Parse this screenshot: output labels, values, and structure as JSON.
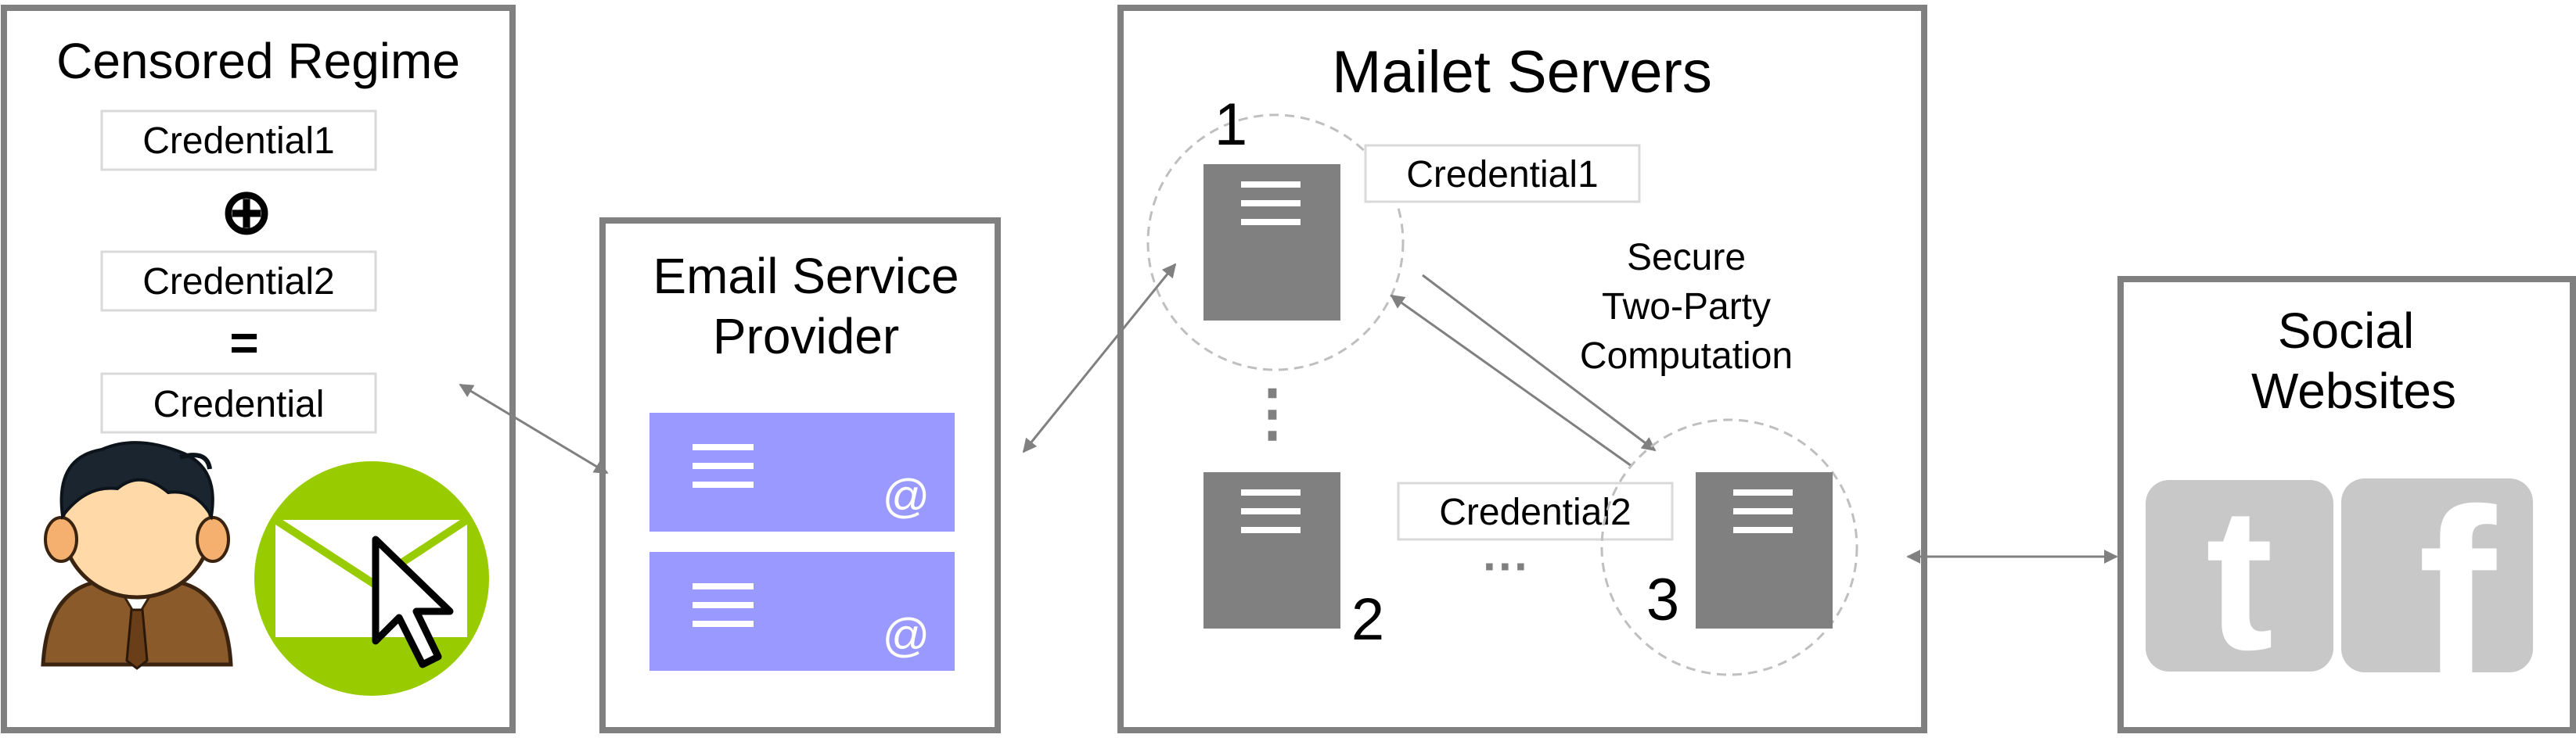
{
  "colors": {
    "panel_border": "#808080",
    "server_fill": "#808080",
    "provider_fill": "#9999ff",
    "credential_border": "#d9d9d9",
    "circle_dash": "#bfbfbf",
    "arrow": "#808080",
    "mail_green": "#99cc00",
    "social_gray": "#c8c8c8"
  },
  "censored_regime": {
    "title": "Censored Regime",
    "credential_1": "Credential1",
    "xor_symbol": "⊕",
    "credential_2": "Credential2",
    "equals_symbol": "=",
    "credential_result": "Credential"
  },
  "email_provider": {
    "title_line1": "Email Service",
    "title_line2": "Provider",
    "at_symbol": "@"
  },
  "mailet_servers": {
    "title": "Mailet Servers",
    "server_1_label": "1",
    "server_2_label": "2",
    "server_3_label": "3",
    "credential_1": "Credential1",
    "credential_2": "Credential2",
    "vertical_ellipsis": "⋮",
    "horizontal_ellipsis": "···",
    "protocol_line1": "Secure",
    "protocol_line2": "Two-Party",
    "protocol_line3": "Computation"
  },
  "social_websites": {
    "title_line1": "Social",
    "title_line2": "Websites",
    "twitter_glyph": "t",
    "facebook_glyph": "f"
  }
}
